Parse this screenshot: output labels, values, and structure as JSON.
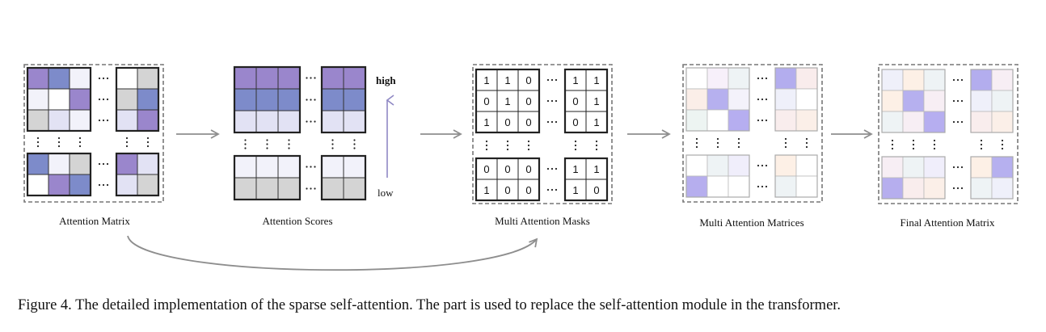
{
  "colors": {
    "purple": "#9a86cc",
    "blue": "#7d8bca",
    "lavender": "#e2e2f4",
    "very_light": "#f2f2fa",
    "white": "#ffffff",
    "gray": "#d4d4d4",
    "border_dashed": "#777777",
    "arrow": "#8e8e8e",
    "scale_arrow": "#8f88c4"
  },
  "panels": [
    {
      "label": "Attention Matrix",
      "blocks": {
        "tl": [
          [
            "purple",
            "blue",
            "very_light"
          ],
          [
            "very_light",
            "white",
            "purple"
          ],
          [
            "gray",
            "lavender",
            "very_light"
          ]
        ],
        "tr": [
          [
            "white",
            "gray"
          ],
          [
            "gray",
            "blue"
          ],
          [
            "lavender",
            "purple"
          ]
        ],
        "bl": [
          [
            "blue",
            "very_light",
            "gray"
          ],
          [
            "white",
            "purple",
            "blue"
          ]
        ],
        "br": [
          [
            "purple",
            "lavender"
          ],
          [
            "lavender",
            "gray"
          ]
        ]
      }
    },
    {
      "label": "Attention Scores",
      "blocks": {
        "tl": [
          [
            "purple",
            "purple",
            "purple"
          ],
          [
            "blue",
            "blue",
            "blue"
          ],
          [
            "lavender",
            "lavender",
            "lavender"
          ]
        ],
        "tr": [
          [
            "purple",
            "purple"
          ],
          [
            "blue",
            "blue"
          ],
          [
            "lavender",
            "lavender"
          ]
        ],
        "bl": [
          [
            "very_light",
            "very_light",
            "very_light"
          ],
          [
            "gray",
            "gray",
            "gray"
          ]
        ],
        "br": [
          [
            "very_light",
            "very_light"
          ],
          [
            "gray",
            "gray"
          ]
        ]
      }
    },
    {
      "label": "Multi Attention Masks",
      "blocks": {
        "tl": [
          [
            "1",
            "1",
            "0"
          ],
          [
            "0",
            "1",
            "0"
          ],
          [
            "1",
            "0",
            "0"
          ]
        ],
        "tr": [
          [
            "1",
            "1"
          ],
          [
            "0",
            "1"
          ],
          [
            "0",
            "1"
          ]
        ],
        "bl": [
          [
            "0",
            "0",
            "0"
          ],
          [
            "1",
            "0",
            "0"
          ]
        ],
        "br": [
          [
            "1",
            "1"
          ],
          [
            "1",
            "0"
          ]
        ]
      }
    },
    {
      "label": "Multi Attention Matrices",
      "blocks": {
        "tl": [
          [
            "#ffffff",
            "#f7f0fa",
            "#eef3f5"
          ],
          [
            "#fbeee8",
            "#b6b0ef",
            "#f4f2fb"
          ],
          [
            "#edf4f2",
            "#ffffff",
            "#b6aef0"
          ]
        ],
        "tr": [
          [
            "#b3adee",
            "#f9ecec"
          ],
          [
            "#eff0fa",
            "#ffffff"
          ],
          [
            "#f9eded",
            "#fbefe8"
          ]
        ],
        "bl": [
          [
            "#ffffff",
            "#eef3f5",
            "#f0eefb"
          ],
          [
            "#b6aeee",
            "#ffffff",
            "#ffffff"
          ]
        ],
        "br": [
          [
            "#fdf0e6",
            "#ffffff"
          ],
          [
            "#eef3f5",
            "#ffffff"
          ]
        ]
      }
    },
    {
      "label": "Final Attention Matrix",
      "blocks": {
        "tl": [
          [
            "#eff0fa",
            "#fdf0e6",
            "#eef3f5"
          ],
          [
            "#fdf0e6",
            "#b6b0ef",
            "#f7eef4"
          ],
          [
            "#eef3f5",
            "#f7eef4",
            "#b6aef0"
          ]
        ],
        "tr": [
          [
            "#b3adee",
            "#f7eef4"
          ],
          [
            "#eff0fa",
            "#eef3f5"
          ],
          [
            "#f9eded",
            "#fbefe8"
          ]
        ],
        "bl": [
          [
            "#f7eef4",
            "#eef3f5",
            "#f0eefb"
          ],
          [
            "#b6aeee",
            "#f9eded",
            "#fbefe8"
          ]
        ],
        "br": [
          [
            "#fdf0e6",
            "#b6b0ef"
          ],
          [
            "#eef3f5",
            "#eff0fa"
          ]
        ]
      }
    }
  ],
  "scale": {
    "high": "high",
    "low": "low"
  },
  "caption": "Figure 4. The detailed implementation of the sparse self-attention. The part is used to replace the self-attention module in the transformer."
}
